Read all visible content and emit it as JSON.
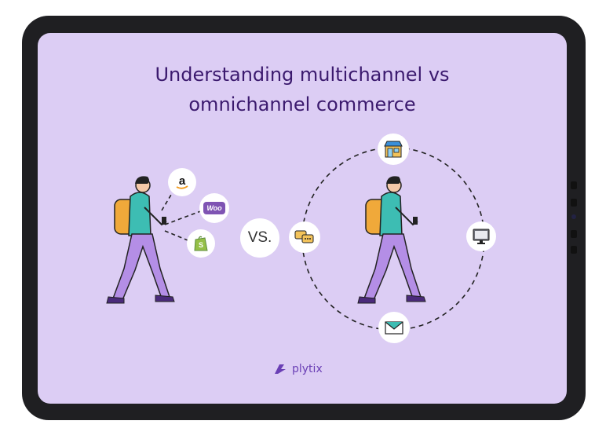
{
  "title_line1": "Understanding multichannel vs",
  "title_line2": "omnichannel commerce",
  "vs_label": "VS.",
  "brand_name": "plytix",
  "woo_label": "Woo",
  "colors": {
    "device_frame": "#1f1f22",
    "screen_bg": "#dccdf4",
    "title": "#3b1a6e",
    "brand": "#6a3fb5",
    "person_shirt": "#3dbdb3",
    "person_pants": "#b48ee6",
    "backpack": "#f0a93a"
  },
  "icons": {
    "multichannel": [
      "amazon-icon",
      "woocommerce-icon",
      "shopify-icon"
    ],
    "omnichannel": [
      "store-icon",
      "monitor-icon",
      "email-icon",
      "chat-icon"
    ]
  }
}
